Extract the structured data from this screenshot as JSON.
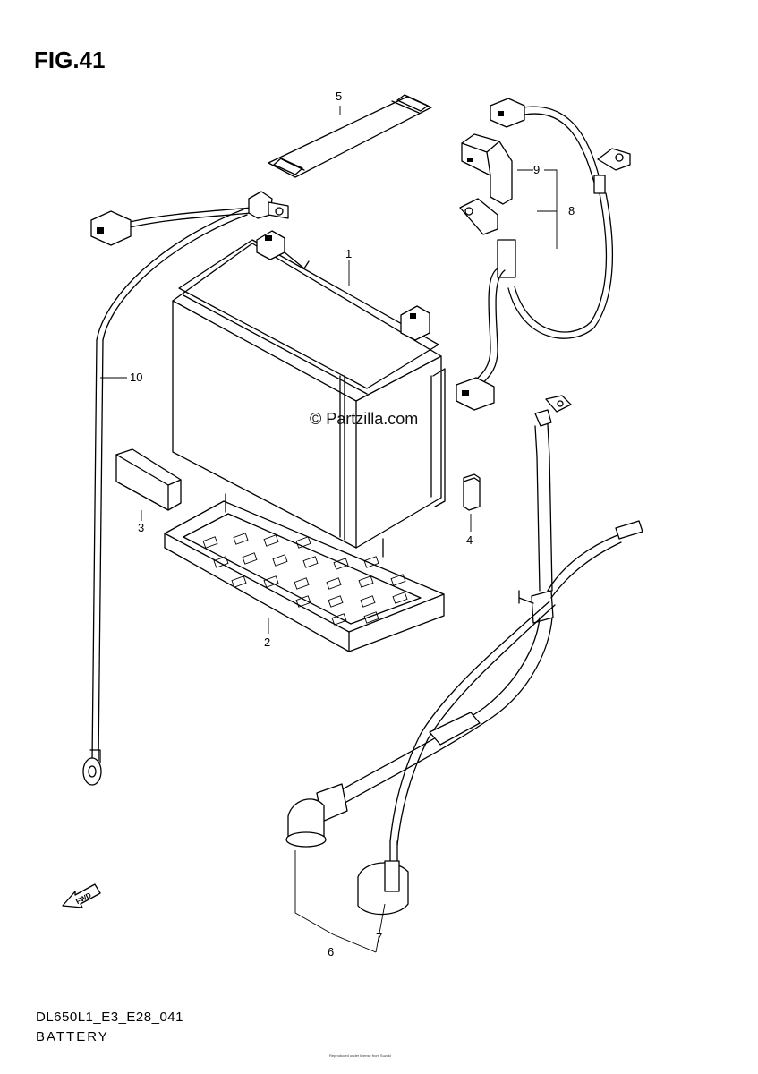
{
  "figure": {
    "title": "FIG.41"
  },
  "watermark": "© Partzilla.com",
  "callouts": [
    {
      "id": "1",
      "label": "1"
    },
    {
      "id": "2",
      "label": "2"
    },
    {
      "id": "3",
      "label": "3"
    },
    {
      "id": "4",
      "label": "4"
    },
    {
      "id": "5",
      "label": "5"
    },
    {
      "id": "6",
      "label": "6"
    },
    {
      "id": "7",
      "label": "7"
    },
    {
      "id": "8",
      "label": "8"
    },
    {
      "id": "9",
      "label": "9"
    },
    {
      "id": "10",
      "label": "10"
    }
  ],
  "fwd_arrow": {
    "label": "FWD"
  },
  "footer": {
    "code": "DL650L1_E3_E28_041",
    "name": "BATTERY",
    "copyright": "Reproduced under license from Suzuki"
  }
}
